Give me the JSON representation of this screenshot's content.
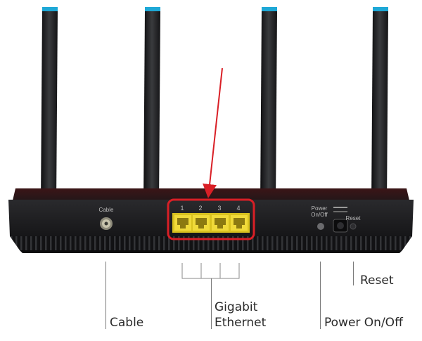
{
  "router": {
    "cable_port_label": "Cable",
    "ethernet_port_numbers": [
      "1",
      "2",
      "3",
      "4"
    ],
    "power_button_label_line1": "Power",
    "power_button_label_line2": "On/Off",
    "reset_label": "Reset"
  },
  "callouts": {
    "cable": "Cable",
    "gigabit_line1": "Gigabit",
    "gigabit_line2": "Ethernet",
    "power": "Power On/Off",
    "reset": "Reset"
  },
  "colors": {
    "router_body": "#1b1b1d",
    "antenna_tip": "#1ea8d6",
    "ethernet_port": "#e6cf2a",
    "highlight": "#d91f26"
  }
}
